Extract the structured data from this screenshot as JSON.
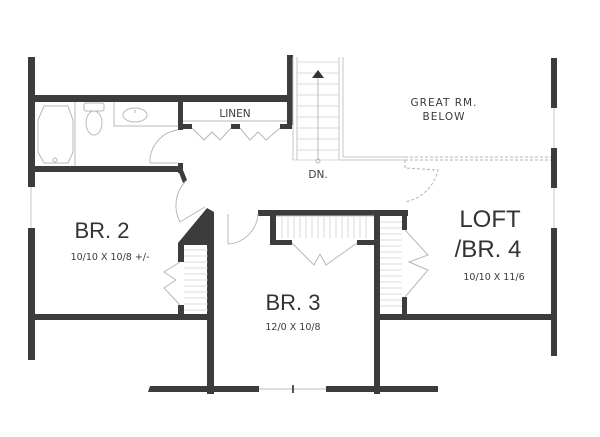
{
  "plan": {
    "rooms": {
      "linen": {
        "label": "LINEN"
      },
      "great_room": {
        "label_line1": "GREAT RM.",
        "label_line2": "BELOW"
      },
      "stair": {
        "label": "DN."
      },
      "br2": {
        "label": "BR. 2",
        "dimensions": "10/10 X 10/8 +/-"
      },
      "br3": {
        "label": "BR. 3",
        "dimensions": "12/0 X 10/8"
      },
      "loft": {
        "label_line1": "LOFT",
        "label_line2": "/BR. 4",
        "dimensions": "10/10 X 11/6"
      }
    },
    "colors": {
      "wall": "#3c3c3c",
      "fixture_line": "#b8b8b8",
      "text": "#3a3a3a",
      "background": "#ffffff"
    }
  }
}
